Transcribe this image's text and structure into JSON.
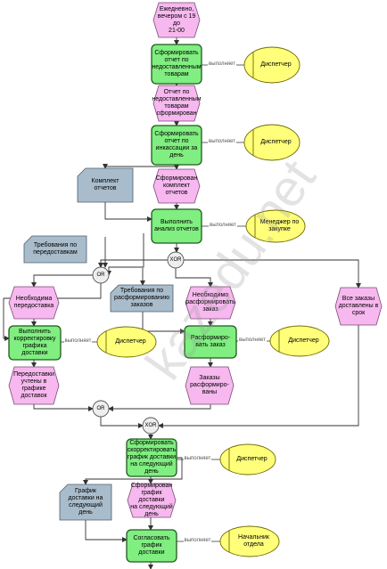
{
  "colors": {
    "event": "#f6b8ee",
    "function": "#80ee80",
    "document": "#a9bccb",
    "role": "#ffff7a",
    "connector": "#eeeeee",
    "line": "#333333"
  },
  "assign_label": "выполняет",
  "watermark": "kazedu.net",
  "nodes": {
    "e1": "Ежедневно,\nвечером с 19 до\n21-00",
    "f1": "Сформировать\nотчет по\nнедоставленным\nтоварам",
    "r1": "Диспетчер",
    "e2": "Отчет по\nнедоставленным\nтоварам\nсформирован",
    "f2": "Сформировать\nотчет по\nинкассации за\nдень",
    "r2": "Диспетчер",
    "d1": "Комплект\nотчетов",
    "e3": "Сформирован\nкомплект\nотчетов",
    "f3": "Выполнить\nанализ отчетов",
    "r3": "Менеджер по\nзакупке",
    "d2": "Требования по\nпередоставкам",
    "x1": "XOR",
    "o1": "OR",
    "d3": "Требования по\nрасформированию\nзаказов",
    "e4": "Необходима\nпередоставка",
    "e5": "Необходимо\nрасформировать\nзаказ",
    "e6": "Все заказы\nдоставлены в\nсрок",
    "f4": "Выполнить\nкорректировку\nграфика\nдоставки",
    "r4": "Диспетчер",
    "f5": "Расформиро-\nвать заказ",
    "r5": "Диспетчер",
    "e7": "Передоставки\nучтены в\nграфике\nдоставок",
    "e8": "Заказы\nрасформиро-\nваны",
    "o2": "OR",
    "x2": "XOR",
    "f6": "Сформировать\nскорректировать\nграфик доставки\nна следующий\nдень",
    "r6": "Диспетчер",
    "d4": "График\nдоставки на\nследующий\nдень",
    "e9": "Сформирован\nграфик доставки\nна следующий\nдень",
    "f7": "Согласовать\nграфик доставки",
    "r7": "Начальник\nотдела"
  }
}
